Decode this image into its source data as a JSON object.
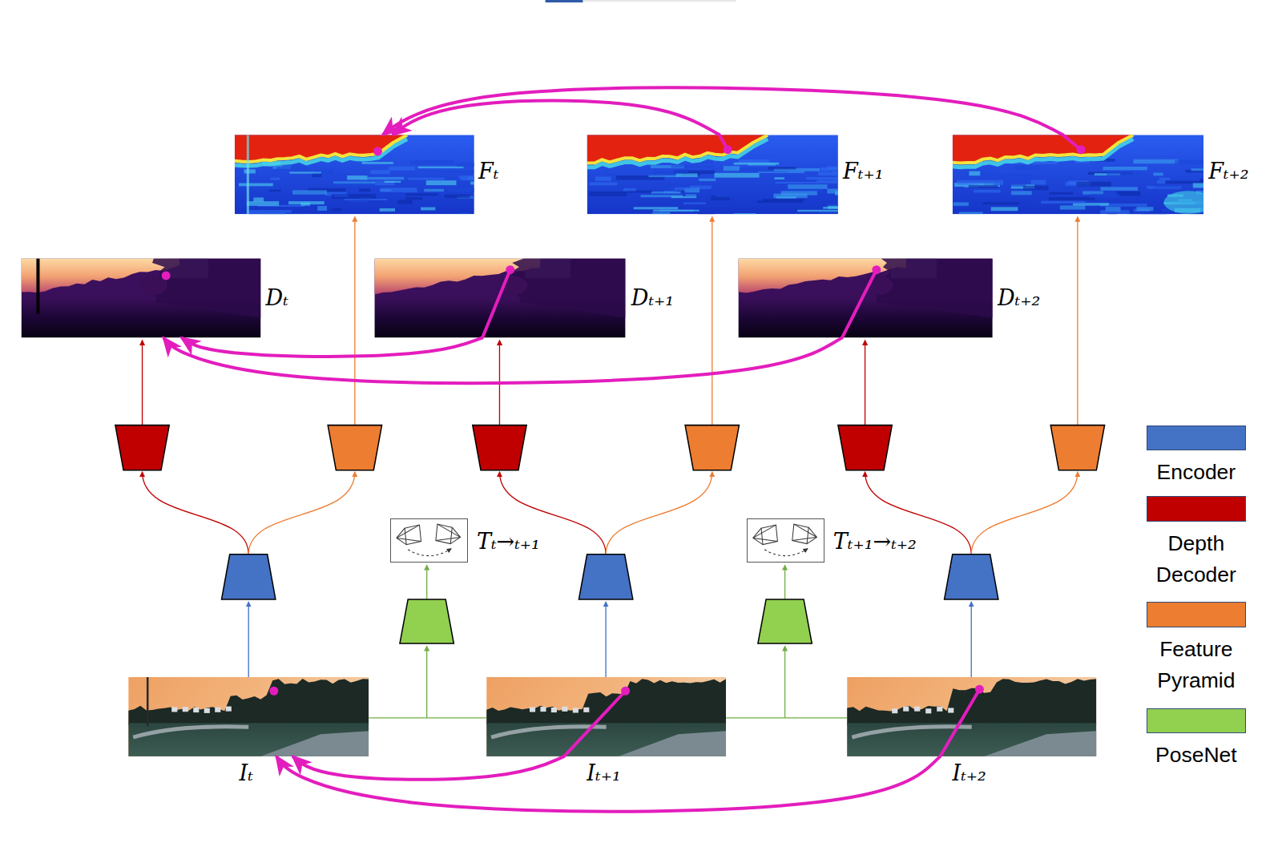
{
  "diagram": {
    "nodes": [
      {
        "text": [
          "Fₜ"
        ]
      },
      {
        "text": [
          "Fₜ₊₁"
        ]
      },
      {
        "text": [
          "Fₜ₊₂"
        ]
      },
      {
        "text": [
          "Dₜ"
        ]
      },
      {
        "text": [
          "Dₜ₊₁"
        ]
      },
      {
        "text": [
          "Dₜ₊₂"
        ]
      },
      {
        "text": [
          "Tₜ→ₜ₊₁"
        ]
      },
      {
        "text": [
          "Tₜ₊₁→ₜ₊₂"
        ]
      },
      {
        "text": [
          "Iₜ"
        ]
      },
      {
        "text": [
          "Iₜ₊₁"
        ]
      },
      {
        "text": [
          "Iₜ₊₂"
        ]
      }
    ],
    "edges": [
      {
        "from": 1,
        "to": 0,
        "arrow": "to"
      },
      {
        "from": 2,
        "to": 0,
        "arrow": "to"
      },
      {
        "from": 4,
        "to": 3,
        "arrow": "to"
      },
      {
        "from": 5,
        "to": 3,
        "arrow": "to"
      },
      {
        "from": 9,
        "to": 8,
        "arrow": "to"
      },
      {
        "from": 10,
        "to": 8,
        "arrow": "to"
      }
    ],
    "legend": [
      {
        "text": "Encoder",
        "color": "#4472C4"
      },
      {
        "text": "Depth Decoder",
        "color": "#C00000"
      },
      {
        "text": "Feature Pyramid",
        "color": "#ED7D31"
      },
      {
        "text": "PoseNet",
        "color": "#92D050"
      }
    ]
  }
}
